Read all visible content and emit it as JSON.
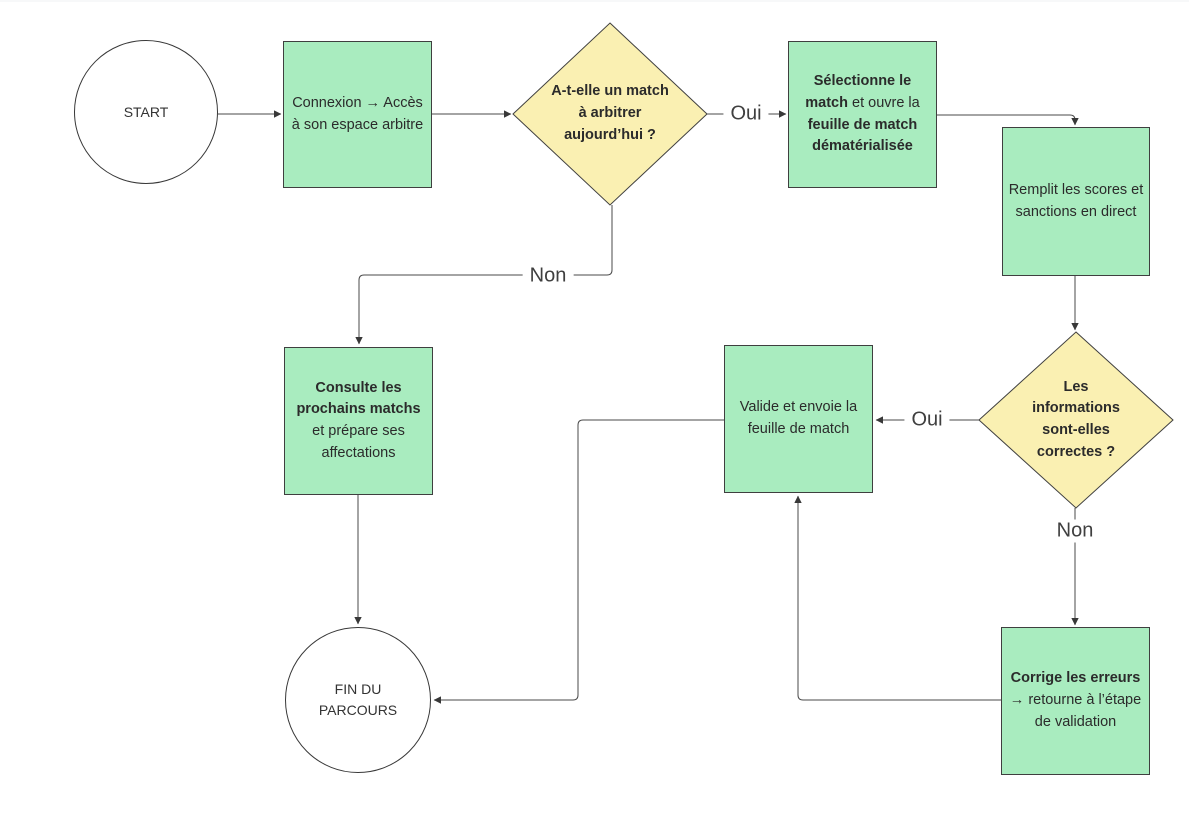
{
  "flowchart": {
    "nodes": {
      "start": {
        "label": "START",
        "shape": "circle"
      },
      "connexion": {
        "label": "Connexion → Accès à son espace arbitre",
        "shape": "process"
      },
      "decision_match": {
        "label": "A-t-elle un match à arbitrer aujourd’hui ?",
        "shape": "decision"
      },
      "selectionne": {
        "bold1": "Sélectionne le match",
        "mid": " et ouvre la ",
        "bold2": "feuille de match dématérialisée",
        "shape": "process"
      },
      "remplit": {
        "label": "Remplit les scores et sanctions en direct",
        "shape": "process"
      },
      "decision_infos": {
        "label": "Les informations sont-elles correctes ?",
        "shape": "decision"
      },
      "valide": {
        "label": "Valide et envoie la feuille de match",
        "shape": "process"
      },
      "corrige": {
        "bold": "Corrige les erreurs",
        "rest": " → retourne à l’étape de validation",
        "shape": "process"
      },
      "consulte": {
        "bold": "Consulte les prochains matchs",
        "rest": " et prépare ses affectations",
        "shape": "process"
      },
      "fin": {
        "label": "FIN DU PARCOURS",
        "shape": "circle"
      }
    },
    "edge_labels": {
      "oui_match": "Oui",
      "non_match": "Non",
      "oui_infos": "Oui",
      "non_infos": "Non"
    },
    "colors": {
      "process_fill": "#a9ecbf",
      "decision_fill": "#faf0b2",
      "terminal_fill": "#ffffff",
      "node_border": "#3f3f3f",
      "connector": "#4a4a4a",
      "arrowhead": "#383838",
      "node_text": "#2b2b2b",
      "edge_label_text": "#3f3f3f"
    }
  }
}
